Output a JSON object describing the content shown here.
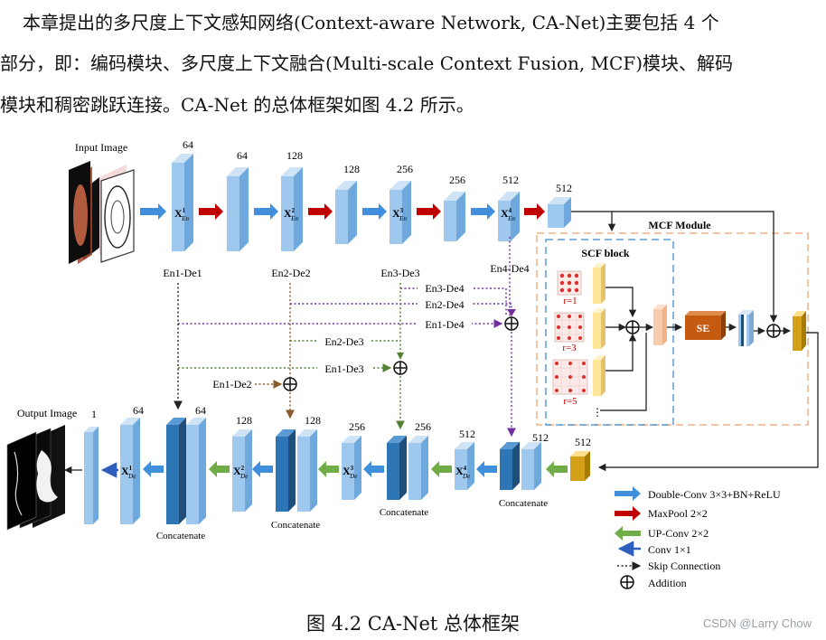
{
  "paragraph": {
    "line1": "本章提出的多尺度上下文感知网络(Context-aware Network, CA-Net)主要包括 4 个",
    "line2": "部分，即：编码模块、多尺度上下文融合(Multi-scale Context Fusion, MCF)模块、解码",
    "line3": "模块和稠密跳跃连接。CA-Net 的总体框架如图 4.2 所示。"
  },
  "diagram": {
    "input_label": "Input Image",
    "output_label": "Output Image",
    "enc_channels": [
      "64",
      "64",
      "128",
      "128",
      "256",
      "256",
      "512",
      "512"
    ],
    "enc_blocks": [
      {
        "sym": "X",
        "sup": "1",
        "sub": "En"
      },
      {
        "sym": "X",
        "sup": "2",
        "sub": "En"
      },
      {
        "sym": "X",
        "sup": "3",
        "sub": "En"
      },
      {
        "sym": "X",
        "sup": "4",
        "sub": "En"
      }
    ],
    "enc_skip_labels": [
      "En1-De1",
      "En2-De2",
      "En3-De3",
      "En4-De4"
    ],
    "skip_labels": {
      "en3de4": "En3-De4",
      "en2de4": "En2-De4",
      "en1de4": "En1-De4",
      "en2de3": "En2-De3",
      "en1de3": "En1-De3",
      "en1de2": "En1-De2"
    },
    "mcf_title": "MCF Module",
    "scf_title": "SCF block",
    "rates": [
      "r=1",
      "r=3",
      "r=5"
    ],
    "ellipsis": "⋮",
    "se_label": "SE",
    "dec_channels": [
      "1",
      "64",
      "64",
      "128",
      "128",
      "256",
      "256",
      "512",
      "512",
      "512"
    ],
    "dec_blocks": [
      {
        "sym": "X",
        "sup": "1",
        "sub": "De"
      },
      {
        "sym": "X",
        "sup": "2",
        "sub": "De"
      },
      {
        "sym": "X",
        "sup": "3",
        "sub": "De"
      },
      {
        "sym": "X",
        "sup": "4",
        "sub": "De"
      }
    ],
    "concatenate": "Concatenate"
  },
  "legend": {
    "double_conv": "Double-Conv 3×3+BN+ReLU",
    "maxpool": "MaxPool 2×2",
    "upconv": "UP-Conv 2×2",
    "conv1": "Conv 1×1",
    "skip": "Skip Connection",
    "addition": "Addition",
    "addition_symbol": "⊕"
  },
  "colors": {
    "block_light": "#9ec8ee",
    "block_dark": "#2e75b6",
    "arrow_blue": "#3f8fdc",
    "arrow_red": "#c00000",
    "arrow_green": "#70ad47",
    "arrow_navy": "#2e5fbf",
    "skip_black": "#222222",
    "skip_green": "#548235",
    "skip_purple": "#7030a0",
    "se_orange": "#c55a11",
    "gold": "#d4a017"
  },
  "caption": "图 4.2 CA-Net 总体框架",
  "watermark": "CSDN @Larry Chow"
}
